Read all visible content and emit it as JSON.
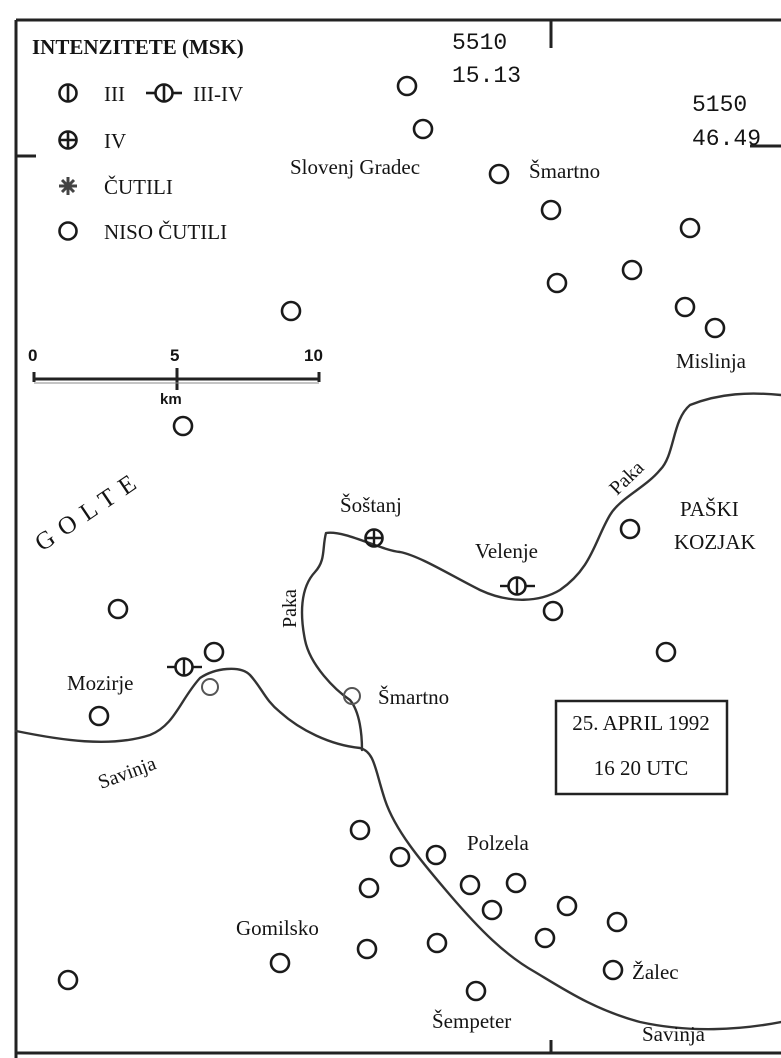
{
  "legend": {
    "title": "INTENZITETE (MSK)",
    "items": [
      {
        "symbol": "intensity-iii-icon",
        "label": "III",
        "label2": "III-IV"
      },
      {
        "symbol": "intensity-iv-icon",
        "label": "IV"
      },
      {
        "symbol": "felt-asterisk-icon",
        "label": "ČUTILI"
      },
      {
        "symbol": "not-felt-circle-icon",
        "label": "NISO ČUTILI"
      }
    ]
  },
  "coordinates": {
    "top_mid": {
      "line1": "5510",
      "line2": "15.13"
    },
    "top_right": {
      "line1": "5150",
      "line2": "46.49"
    }
  },
  "scale_bar": {
    "ticks": [
      "0",
      "5",
      "10"
    ],
    "unit": "km"
  },
  "places": {
    "slovenj_gradec": "Slovenj Gradec",
    "smartno_north": "Šmartno",
    "mislinja": "Mislinja",
    "golte": "GOLTE",
    "sostanj": "Šoštanj",
    "velenje": "Velenje",
    "paski_kozjak_1": "PAŠKI",
    "paski_kozjak_2": "KOZJAK",
    "paka_east": "Paka",
    "paka_west": "Paka",
    "mozirje": "Mozirje",
    "smartno_south": "Šmartno",
    "savinja_west": "Savinja",
    "polzela": "Polzela",
    "gomilsko": "Gomilsko",
    "zalec": "Žalec",
    "sempeter": "Šempeter",
    "savinja_east": "Savinja"
  },
  "event": {
    "date": "25. APRIL 1992",
    "time": "16 20 UTC"
  },
  "colors": {
    "ink": "#141414",
    "paper": "#ffffff",
    "river": "#333333"
  }
}
